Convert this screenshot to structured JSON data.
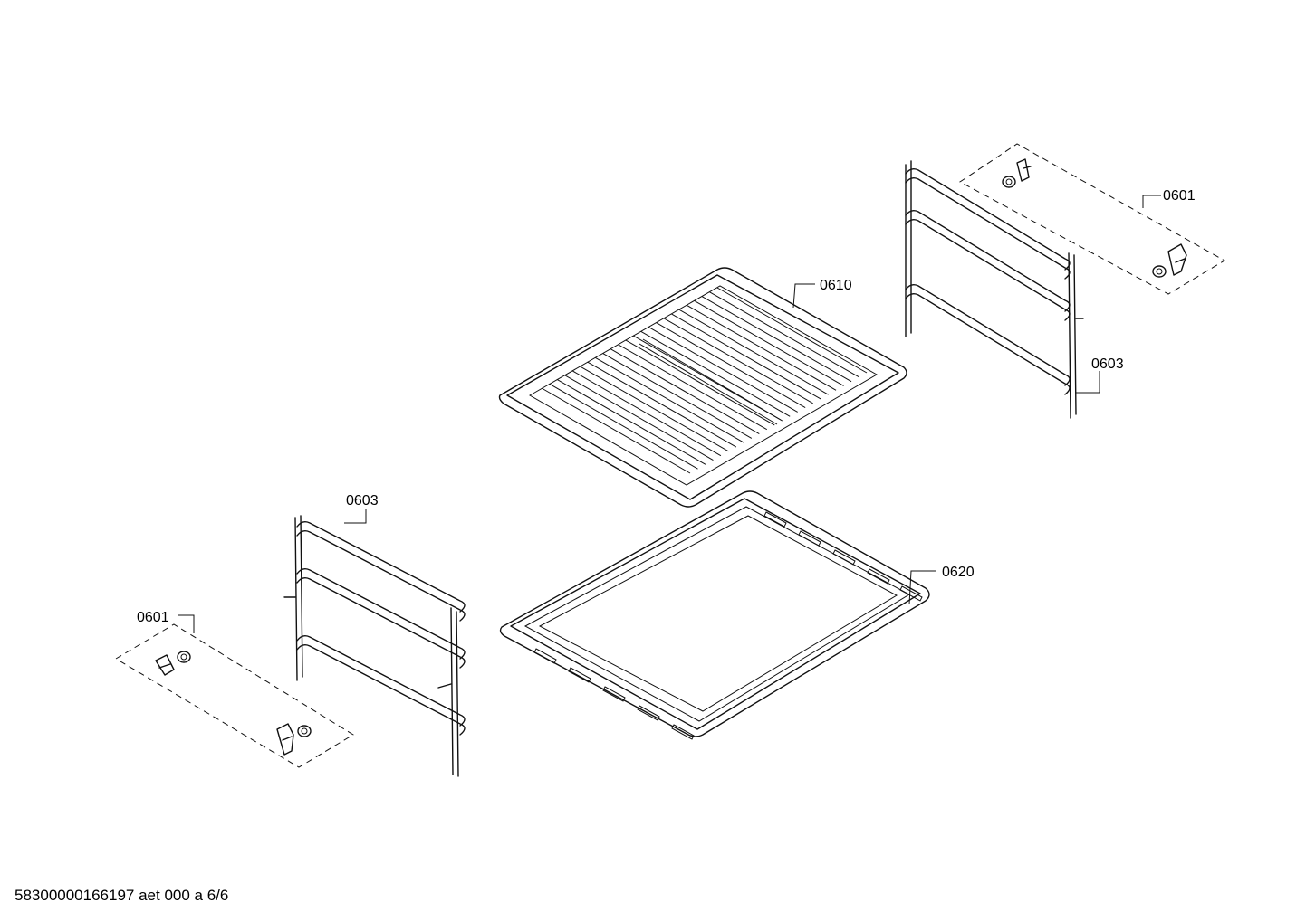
{
  "diagram": {
    "labels": {
      "shelf_grid": "0610",
      "baking_tray": "0620",
      "rail_right": "0603",
      "rail_left": "0603",
      "clips_right": "0601",
      "clips_left": "0601"
    }
  },
  "footer": {
    "doc_id": "58300000166197 aet 000 a 6/6"
  }
}
